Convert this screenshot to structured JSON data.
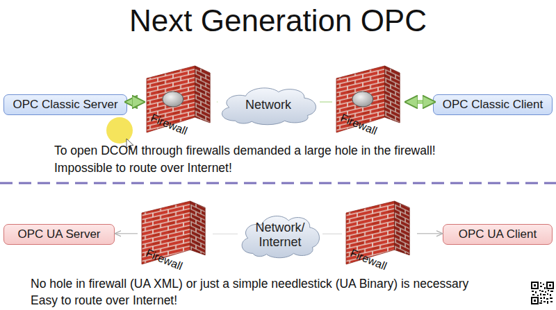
{
  "diagram": {
    "title": "Next Generation OPC",
    "nodes": [
      {
        "text": [
          "OPC Classic Server"
        ]
      },
      {
        "text": [
          "Firewall"
        ]
      },
      {
        "text": [
          "Network"
        ]
      },
      {
        "text": [
          "Firewall"
        ]
      },
      {
        "text": [
          "OPC Classic Client"
        ]
      },
      {
        "text": [
          "OPC UA Server"
        ]
      },
      {
        "text": [
          "Firewall"
        ]
      },
      {
        "text": [
          "Network/ Internet"
        ]
      },
      {
        "text": [
          "Firewall"
        ]
      },
      {
        "text": [
          "OPC UA Client"
        ]
      }
    ],
    "edges": [
      {
        "from": 0,
        "to": 1,
        "arrow": "both"
      },
      {
        "from": 1,
        "to": 2,
        "arrow": "none"
      },
      {
        "from": 2,
        "to": 3,
        "arrow": "none"
      },
      {
        "from": 3,
        "to": 4,
        "arrow": "both"
      },
      {
        "from": 6,
        "to": 5,
        "arrow": "to"
      },
      {
        "from": 6,
        "to": 7,
        "arrow": "none"
      },
      {
        "from": 7,
        "to": 8,
        "arrow": "none"
      },
      {
        "from": 8,
        "to": 9,
        "arrow": "to"
      }
    ],
    "labels": [
      "To open DCOM through firewalls demanded a large hole in the firewall!",
      "Impossible to route over Internet!",
      "No hole in firewall (UA XML) or just a simple needlestick (UA Binary) is necessary",
      "Easy to route over Internet!"
    ]
  }
}
